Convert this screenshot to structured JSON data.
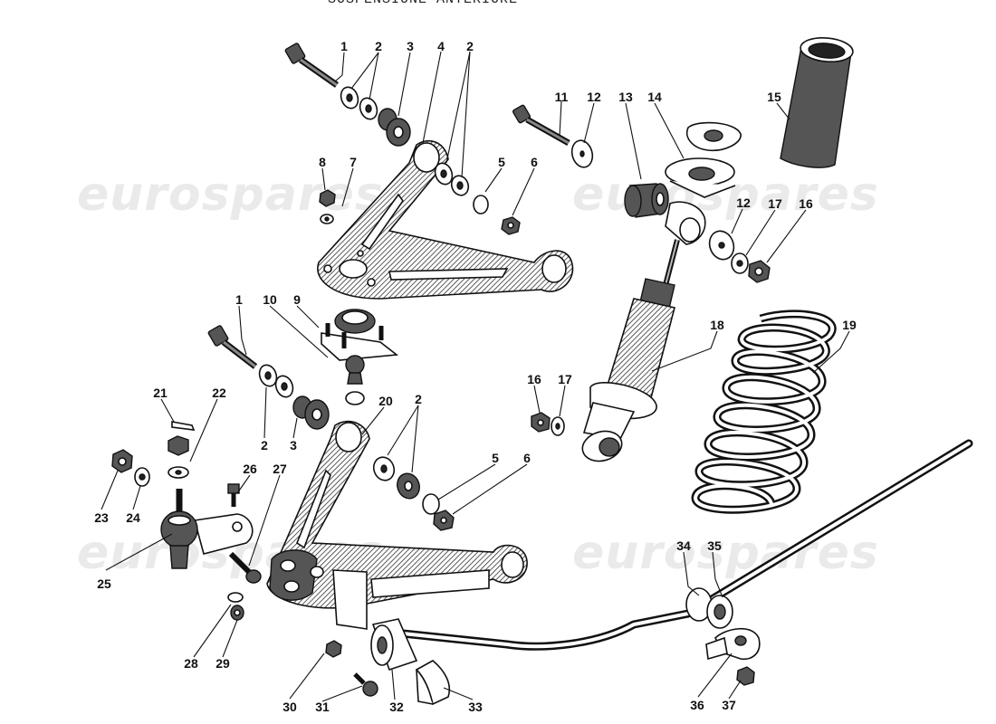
{
  "title": "SOSPENSIONE ANTERIORE",
  "watermark": "eurospares",
  "callouts": [
    "1",
    "2",
    "3",
    "4",
    "2",
    "11",
    "12",
    "13",
    "14",
    "15",
    "8",
    "7",
    "5",
    "6",
    "12",
    "17",
    "16",
    "1",
    "10",
    "9",
    "18",
    "19",
    "16",
    "17",
    "21",
    "22",
    "2",
    "3",
    "20",
    "2",
    "26",
    "27",
    "5",
    "6",
    "23",
    "24",
    "25",
    "34",
    "35",
    "28",
    "29",
    "30",
    "31",
    "32",
    "33",
    "36",
    "37"
  ]
}
